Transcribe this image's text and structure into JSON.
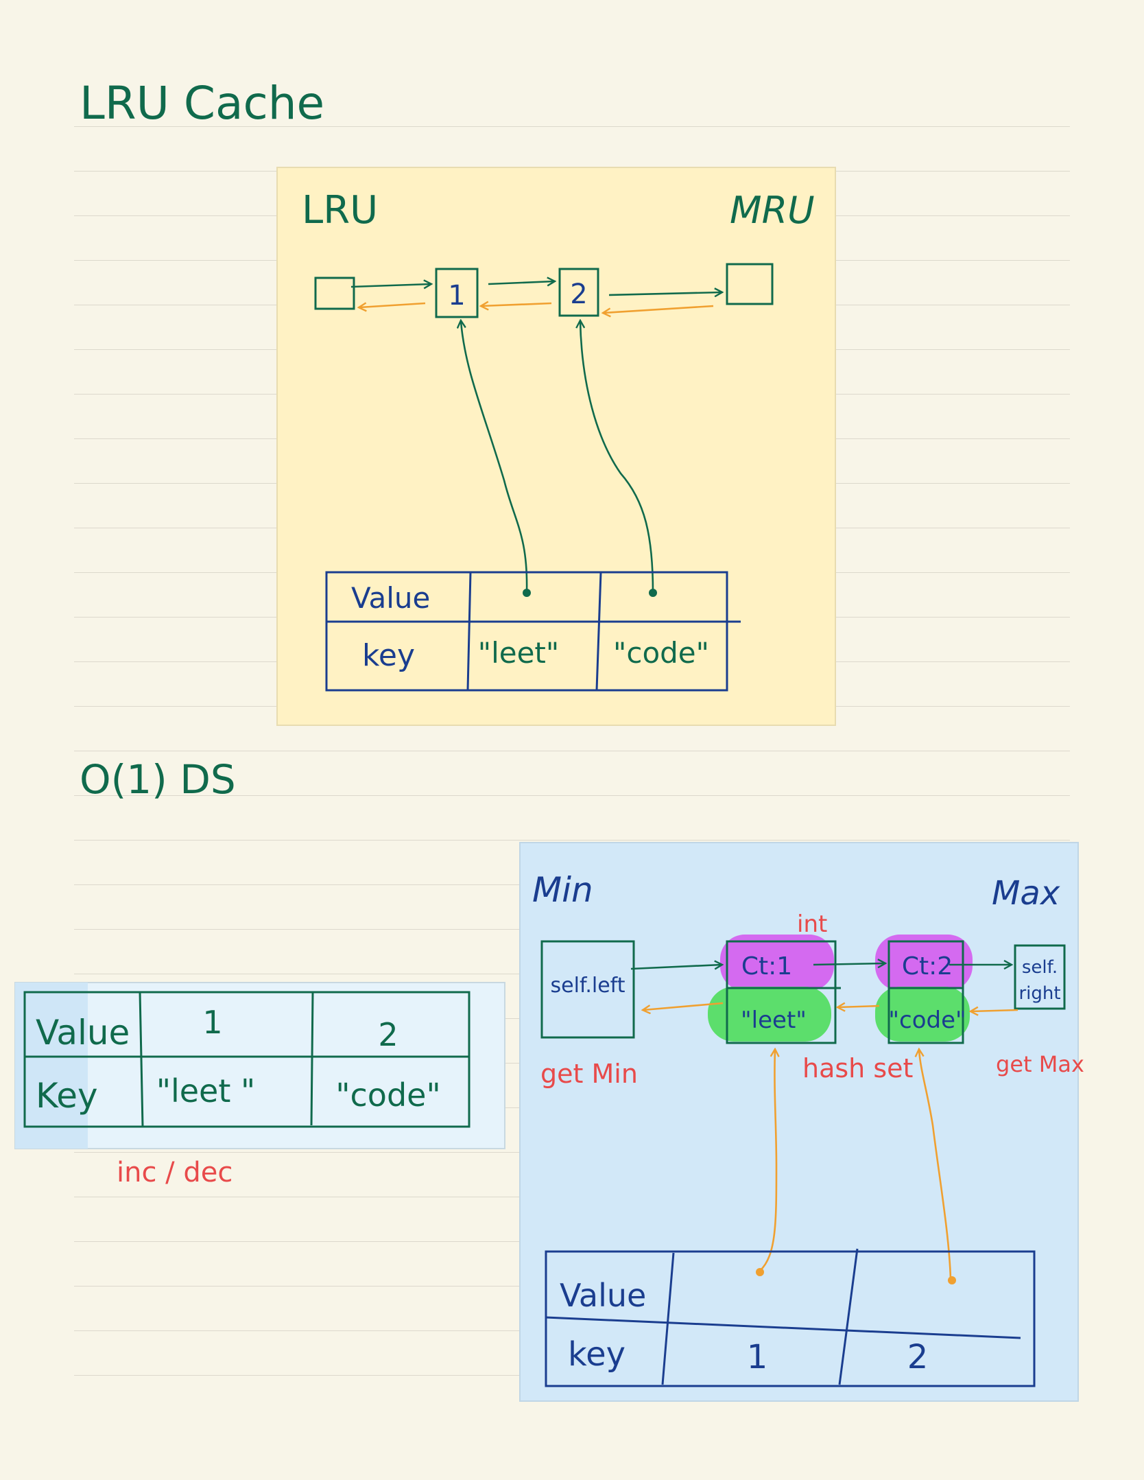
{
  "headings": {
    "lru_cache": "LRU Cache",
    "o1_ds": "O(1) DS"
  },
  "lru_panel": {
    "left_label": "LRU",
    "right_label": "MRU",
    "nodes": [
      "1",
      "2"
    ],
    "table": {
      "row_value": "Value",
      "row_key": "key",
      "keys": [
        "\"leet\"",
        "\"code\""
      ]
    }
  },
  "counts_table": {
    "row_value": "Value",
    "row_key": "Key",
    "values": [
      "1",
      "2"
    ],
    "keys": [
      "\"leet \"",
      "\"code\""
    ],
    "note": "inc / dec"
  },
  "ds_panel": {
    "left_label": "Min",
    "right_label": "Max",
    "left_node": "self.left",
    "right_node_line1": "self.",
    "right_node_line2": "right",
    "buckets": [
      {
        "count": "Ct:1",
        "key": "\"leet\""
      },
      {
        "count": "Ct:2",
        "key": "\"code\""
      }
    ],
    "int_label": "int",
    "hash_set_label": "hash set",
    "get_min": "get Min",
    "get_max": "get Max",
    "table": {
      "row_value": "Value",
      "row_key": "key",
      "keys": [
        "1",
        "2"
      ]
    }
  },
  "colors": {
    "ink_green": "#106a4c",
    "ink_blue": "#1a3d8f",
    "ink_orange": "#f0a030",
    "ink_red": "#e84a4a",
    "yellow_panel": "#fff2c4",
    "blue_panel": "#d2e8f8",
    "purple_highlight": "#d46af0",
    "green_highlight": "#5cde6c"
  }
}
